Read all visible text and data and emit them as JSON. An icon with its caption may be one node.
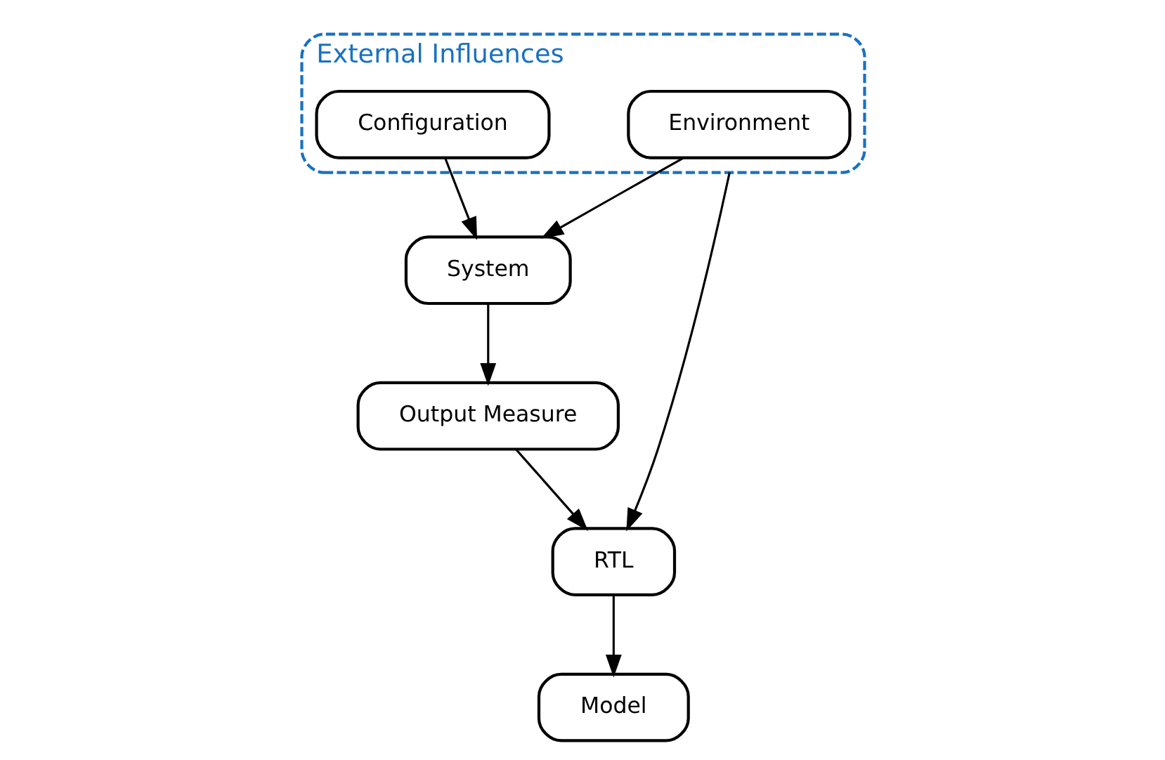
{
  "diagram": {
    "nodes": [
      {
        "text": [
          "External Influences"
        ]
      },
      {
        "text": [
          "Configuration"
        ],
        "in": 0
      },
      {
        "text": [
          "Environment"
        ],
        "in": 0
      },
      {
        "text": [
          "System"
        ]
      },
      {
        "text": [
          "Output Measure"
        ]
      },
      {
        "text": [
          "RTL"
        ]
      },
      {
        "text": [
          "Model"
        ]
      }
    ],
    "edges": [
      {
        "from": 1,
        "to": 3,
        "arrow": "to"
      },
      {
        "from": 2,
        "to": 3,
        "arrow": "to"
      },
      {
        "from": 3,
        "to": 4,
        "arrow": "to"
      },
      {
        "from": 0,
        "to": 5,
        "arrow": "to"
      },
      {
        "from": 4,
        "to": 5,
        "arrow": "to"
      },
      {
        "from": 5,
        "to": 6,
        "arrow": "to"
      }
    ]
  }
}
